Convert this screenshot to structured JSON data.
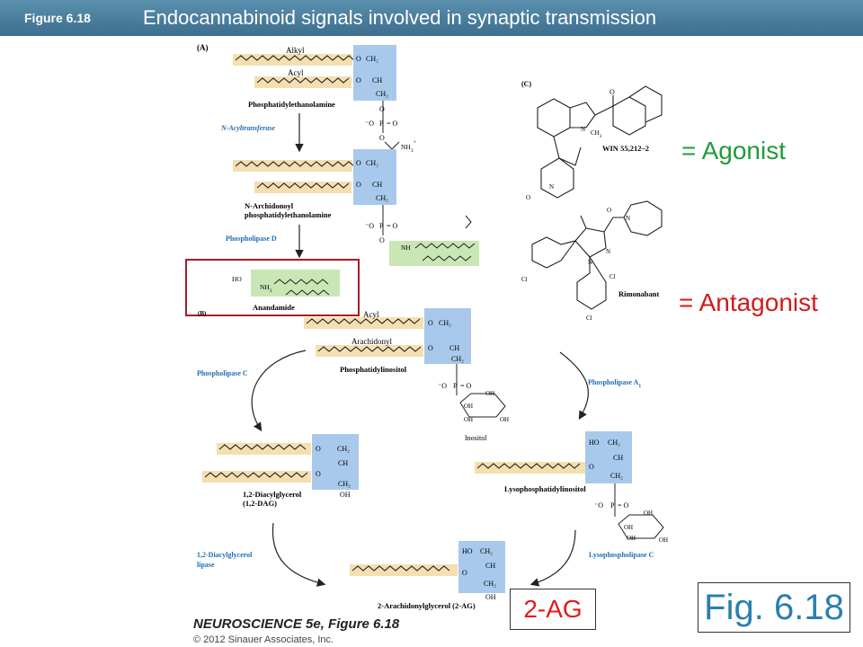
{
  "header": {
    "figure_label": "Figure 6.18",
    "title": "Endocannabinoid signals involved in synaptic transmission"
  },
  "panels": {
    "a": "(A)",
    "b": "(B)",
    "c": "(C)"
  },
  "chem": {
    "alkyl": "Alkyl",
    "acyl": "Acyl",
    "acyl_b": "Acyl",
    "arachidonyl": "Arachidonyl",
    "pe": "Phosphatidylethanolamine",
    "n_acyltransferase": "N-Acyltransferase",
    "nape_1": "N-Archidonoyl",
    "nape_2": "phosphatidylethanolamine",
    "pld": "Phospholipase D",
    "anandamide": "Anandamide",
    "pi": "Phosphatidylinositol",
    "inositol": "Inositol",
    "plc": "Phospholipase C",
    "pla1": "Phospholipase A",
    "pla1_sub": "1",
    "dag_1": "1,2-Diacylglycerol",
    "dag_2": "(1,2-DAG)",
    "lysopi": "Lysophosphatidylinositol",
    "dagl_1": "1,2-Diacylglycerol",
    "dagl_2": "lipase",
    "lysoplc": "Lysophospholipase C",
    "twoag": "2-Arachidonylglycerol (2-AG)",
    "win": "WIN 55,212–2",
    "rimonabant": "Rimonabant",
    "cl": "Cl",
    "ch3": "CH",
    "ch3_sub": "3",
    "nh3": "NH",
    "nh3_sub": "3",
    "nh3_sup": "+",
    "nh2": "NH",
    "nh2_sub": "2",
    "ho": "HO",
    "nh": "NH",
    "oh": "OH",
    "o": "O",
    "o_minus": "⁻O",
    "p": "P",
    "c": "C",
    "ch": "CH",
    "ch2": "CH₂",
    "hoch2": "HO",
    "eq_o": "= O",
    "n": "N"
  },
  "legend": {
    "agonist": "= Agonist",
    "antagonist": "= Antagonist"
  },
  "boxes": {
    "twoag": "2-AG",
    "fig": "Fig. 6.18"
  },
  "credit": {
    "book": "NEUROSCIENCE 5e, Figure 6.18",
    "copyright": "© 2012 Sinauer Associates, Inc."
  },
  "colors": {
    "header": "#4a7fa0",
    "orange_band": "#f5dfb0",
    "blue_box": "#a9c9ec",
    "green_box": "#c9e6b5",
    "agonist": "#1f9b3b",
    "antagonist": "#d21a1a",
    "box_2ag": "#e31b1b",
    "fig_box": "#2a7fae",
    "highlight_border": "#a31e24",
    "enzyme_text": "#1f6eb3"
  }
}
